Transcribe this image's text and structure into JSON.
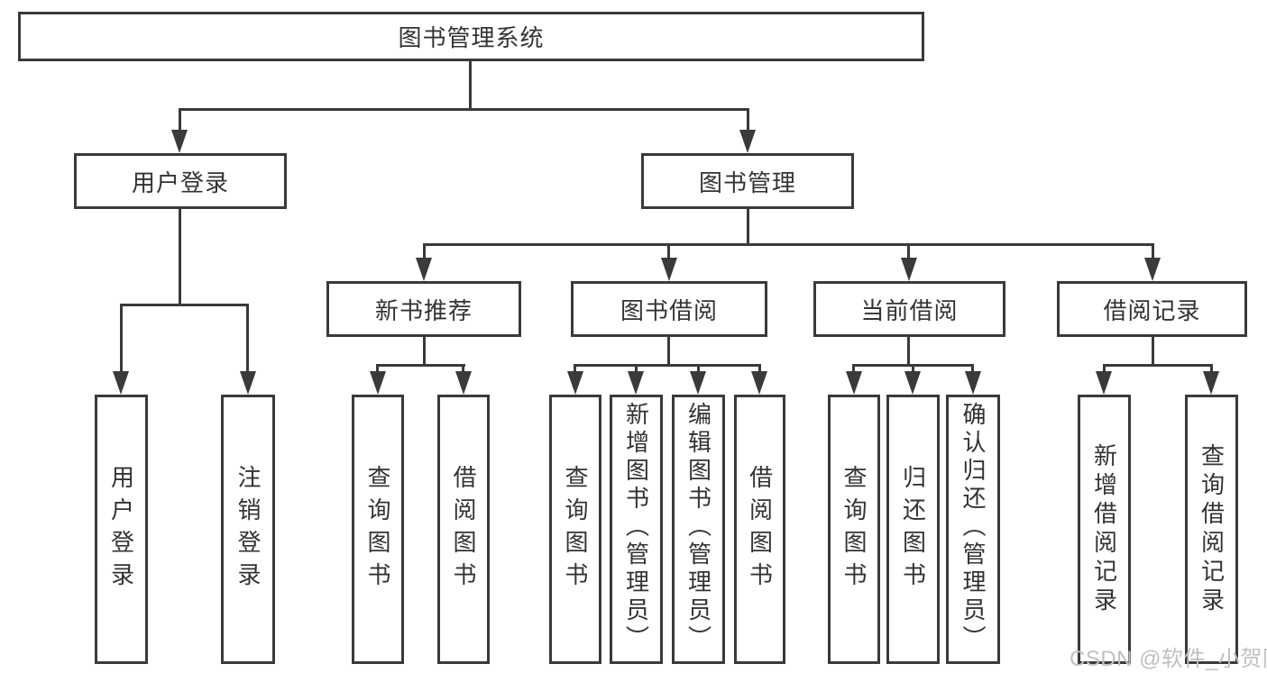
{
  "diagram": {
    "root": {
      "label": "图书管理系统"
    },
    "level2": [
      {
        "label": "用户登录"
      },
      {
        "label": "图书管理"
      }
    ],
    "level3": [
      {
        "label": "新书推荐"
      },
      {
        "label": "图书借阅"
      },
      {
        "label": "当前借阅"
      },
      {
        "label": "借阅记录"
      }
    ],
    "leaves": [
      {
        "label": "用户登录"
      },
      {
        "label": "注销登录"
      },
      {
        "label": "查询图书"
      },
      {
        "label": "借阅图书"
      },
      {
        "label": "查询图书"
      },
      {
        "label": "新增图书（管理员）"
      },
      {
        "label": "编辑图书（管理员）"
      },
      {
        "label": "借阅图书"
      },
      {
        "label": "查询图书"
      },
      {
        "label": "归还图书"
      },
      {
        "label": "确认归还（管理员）"
      },
      {
        "label": "新增借阅记录"
      },
      {
        "label": "查询借阅记录"
      }
    ],
    "watermark": {
      "text": "CSDN @软件_小贺同学"
    },
    "colors": {
      "line": "#3a3a3a",
      "text": "#333333",
      "watermark": "#c0c0c0",
      "background": "#ffffff"
    }
  }
}
